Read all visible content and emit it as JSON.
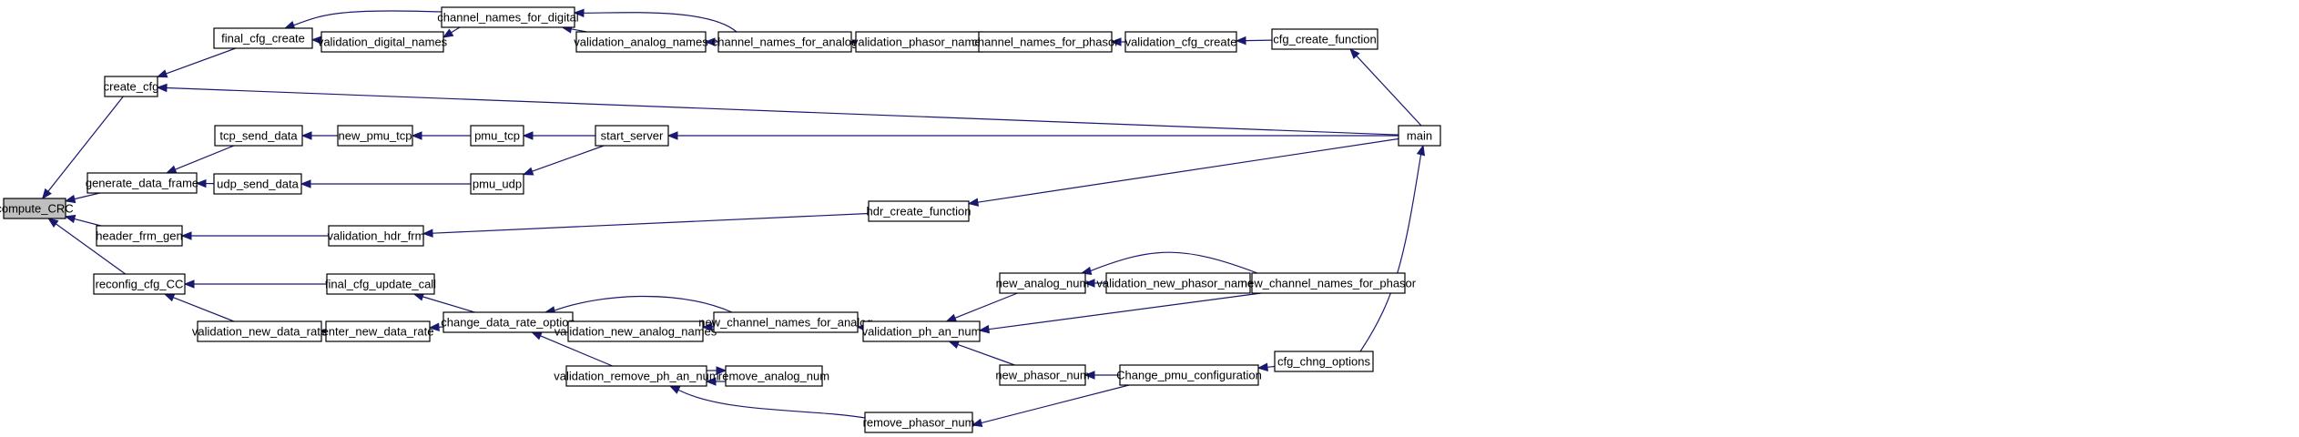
{
  "diagram": {
    "nodes": [
      {
        "id": "compute_CRC",
        "label": "compute_CRC",
        "root": true
      },
      {
        "id": "create_cfg",
        "label": "create_cfg"
      },
      {
        "id": "generate_data_frame",
        "label": "generate_data_frame"
      },
      {
        "id": "header_frm_gen",
        "label": "header_frm_gen"
      },
      {
        "id": "reconfig_cfg_CC",
        "label": "reconfig_cfg_CC"
      },
      {
        "id": "final_cfg_create",
        "label": "final_cfg_create"
      },
      {
        "id": "tcp_send_data",
        "label": "tcp_send_data"
      },
      {
        "id": "udp_send_data",
        "label": "udp_send_data"
      },
      {
        "id": "validation_new_data_rate",
        "label": "validation_new_data_rate"
      },
      {
        "id": "validation_digital_names",
        "label": "validation_digital_names"
      },
      {
        "id": "new_pmu_tcp",
        "label": "new_pmu_tcp"
      },
      {
        "id": "validation_hdr_frm",
        "label": "validation_hdr_frm"
      },
      {
        "id": "final_cfg_update_call",
        "label": "final_cfg_update_call"
      },
      {
        "id": "enter_new_data_rate",
        "label": "enter_new_data_rate"
      },
      {
        "id": "channel_names_for_digital",
        "label": "channel_names_for_digital"
      },
      {
        "id": "pmu_tcp",
        "label": "pmu_tcp"
      },
      {
        "id": "pmu_udp",
        "label": "pmu_udp"
      },
      {
        "id": "change_data_rate_option",
        "label": "change_data_rate_option"
      },
      {
        "id": "validation_analog_names",
        "label": "validation_analog_names"
      },
      {
        "id": "start_server",
        "label": "start_server"
      },
      {
        "id": "validation_new_analog_names",
        "label": "validation_new_analog_names"
      },
      {
        "id": "validation_remove_ph_an_num",
        "label": "validation_remove_ph_an_num"
      },
      {
        "id": "remove_analog_num",
        "label": "remove_analog_num"
      },
      {
        "id": "channel_names_for_analog",
        "label": "channel_names_for_analog"
      },
      {
        "id": "new_channel_names_for_analog",
        "label": "new_channel_names_for_analog"
      },
      {
        "id": "validation_phasor_names",
        "label": "validation_phasor_names"
      },
      {
        "id": "hdr_create_function",
        "label": "hdr_create_function"
      },
      {
        "id": "validation_ph_an_num",
        "label": "validation_ph_an_num"
      },
      {
        "id": "remove_phasor_num",
        "label": "remove_phasor_num"
      },
      {
        "id": "channel_names_for_phasor",
        "label": "channel_names_for_phasor"
      },
      {
        "id": "new_analog_num",
        "label": "new_analog_num"
      },
      {
        "id": "new_phasor_num",
        "label": "new_phasor_num"
      },
      {
        "id": "validation_new_phasor_names",
        "label": "validation_new_phasor_names"
      },
      {
        "id": "validation_cfg_create",
        "label": "validation_cfg_create"
      },
      {
        "id": "Change_pmu_configuration",
        "label": "Change_pmu_configuration"
      },
      {
        "id": "cfg_create_function",
        "label": "cfg_create_function"
      },
      {
        "id": "new_channel_names_for_phasor",
        "label": "new_channel_names_for_phasor"
      },
      {
        "id": "cfg_chng_options",
        "label": "cfg_chng_options"
      },
      {
        "id": "main",
        "label": "main"
      }
    ],
    "edges": [
      {
        "from": "create_cfg",
        "to": "compute_CRC"
      },
      {
        "from": "generate_data_frame",
        "to": "compute_CRC"
      },
      {
        "from": "header_frm_gen",
        "to": "compute_CRC"
      },
      {
        "from": "reconfig_cfg_CC",
        "to": "compute_CRC"
      },
      {
        "from": "final_cfg_create",
        "to": "create_cfg"
      },
      {
        "from": "main",
        "to": "create_cfg"
      },
      {
        "from": "tcp_send_data",
        "to": "generate_data_frame"
      },
      {
        "from": "udp_send_data",
        "to": "generate_data_frame"
      },
      {
        "from": "validation_hdr_frm",
        "to": "header_frm_gen"
      },
      {
        "from": "final_cfg_update_call",
        "to": "reconfig_cfg_CC"
      },
      {
        "from": "validation_new_data_rate",
        "to": "reconfig_cfg_CC"
      },
      {
        "from": "validation_digital_names",
        "to": "final_cfg_create"
      },
      {
        "from": "channel_names_for_digital",
        "to": "final_cfg_create"
      },
      {
        "from": "channel_names_for_digital",
        "to": "validation_digital_names"
      },
      {
        "from": "new_pmu_tcp",
        "to": "tcp_send_data"
      },
      {
        "from": "pmu_udp",
        "to": "udp_send_data"
      },
      {
        "from": "enter_new_data_rate",
        "to": "validation_new_data_rate"
      },
      {
        "from": "pmu_tcp",
        "to": "new_pmu_tcp"
      },
      {
        "from": "hdr_create_function",
        "to": "validation_hdr_frm"
      },
      {
        "from": "change_data_rate_option",
        "to": "final_cfg_update_call"
      },
      {
        "from": "change_data_rate_option",
        "to": "enter_new_data_rate"
      },
      {
        "from": "validation_analog_names",
        "to": "channel_names_for_digital"
      },
      {
        "from": "channel_names_for_analog",
        "to": "channel_names_for_digital"
      },
      {
        "from": "start_server",
        "to": "pmu_tcp"
      },
      {
        "from": "start_server",
        "to": "pmu_udp"
      },
      {
        "from": "validation_new_analog_names",
        "to": "change_data_rate_option"
      },
      {
        "from": "new_channel_names_for_analog",
        "to": "change_data_rate_option"
      },
      {
        "from": "validation_remove_ph_an_num",
        "to": "change_data_rate_option"
      },
      {
        "from": "channel_names_for_analog",
        "to": "validation_analog_names"
      },
      {
        "from": "main",
        "to": "start_server"
      },
      {
        "from": "new_channel_names_for_analog",
        "to": "validation_new_analog_names"
      },
      {
        "from": "remove_analog_num",
        "to": "validation_remove_ph_an_num"
      },
      {
        "from": "remove_phasor_num",
        "to": "validation_remove_ph_an_num"
      },
      {
        "from": "validation_remove_ph_an_num",
        "to": "remove_analog_num"
      },
      {
        "from": "validation_phasor_names",
        "to": "channel_names_for_analog"
      },
      {
        "from": "validation_ph_an_num",
        "to": "new_channel_names_for_analog"
      },
      {
        "from": "channel_names_for_phasor",
        "to": "validation_phasor_names"
      },
      {
        "from": "main",
        "to": "hdr_create_function"
      },
      {
        "from": "new_analog_num",
        "to": "validation_ph_an_num"
      },
      {
        "from": "new_phasor_num",
        "to": "validation_ph_an_num"
      },
      {
        "from": "Change_pmu_configuration",
        "to": "remove_phasor_num"
      },
      {
        "from": "validation_cfg_create",
        "to": "channel_names_for_phasor"
      },
      {
        "from": "validation_new_phasor_names",
        "to": "new_analog_num"
      },
      {
        "from": "new_channel_names_for_phasor",
        "to": "new_analog_num"
      },
      {
        "from": "Change_pmu_configuration",
        "to": "new_phasor_num"
      },
      {
        "from": "new_channel_names_for_phasor",
        "to": "validation_new_phasor_names"
      },
      {
        "from": "cfg_create_function",
        "to": "validation_cfg_create"
      },
      {
        "from": "cfg_chng_options",
        "to": "Change_pmu_configuration"
      },
      {
        "from": "main",
        "to": "cfg_create_function"
      },
      {
        "from": "new_channel_names_for_phasor",
        "to": "validation_ph_an_num"
      },
      {
        "from": "cfg_chng_options",
        "to": "main"
      }
    ]
  },
  "colors": {
    "edge": "#191970",
    "node_border": "#000000",
    "root_fill": "#bfbfbf",
    "node_fill": "#ffffff"
  }
}
